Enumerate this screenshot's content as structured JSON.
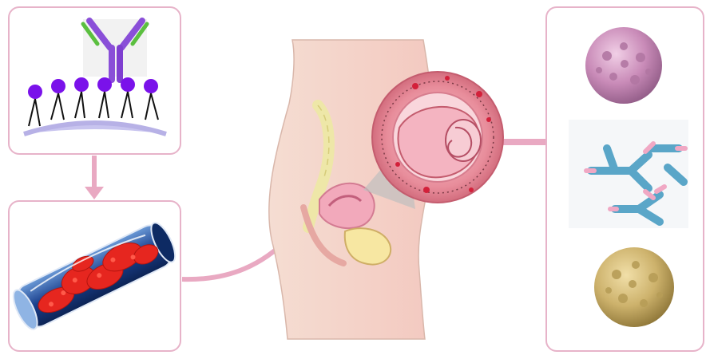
{
  "figure": {
    "panels": [
      {
        "id": "membrane",
        "icon": "antibody-on-membrane-icon"
      },
      {
        "id": "thrombus",
        "icon": "blood-clot-vessel-icon"
      },
      {
        "id": "uterus",
        "icon": "uterus-cross-section-icon"
      },
      {
        "id": "cells",
        "icon": "immune-cells-icon"
      }
    ],
    "colors": {
      "panel_border": "#e7b3c9",
      "arrow": "#e9a9c2",
      "phospholipid_head": "#7a12ea",
      "antibody": "#8a4fd8",
      "clot": "#e6261f",
      "vessel": "#1c4fa3",
      "skin": "#f6d9cf"
    }
  }
}
